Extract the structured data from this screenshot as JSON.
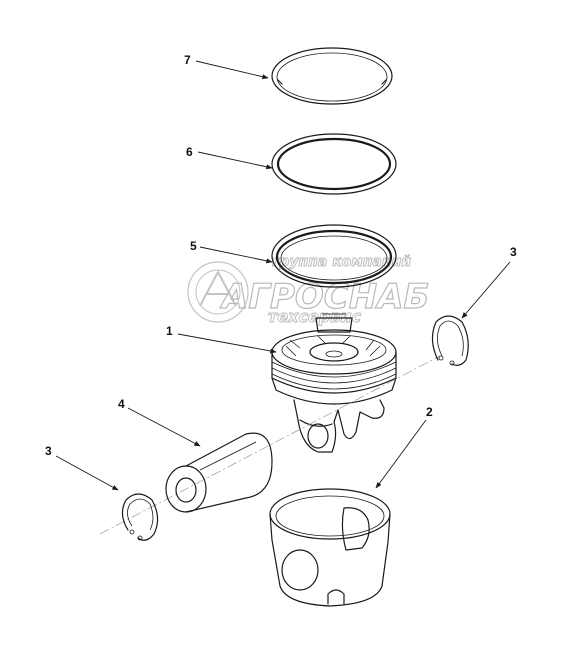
{
  "callouts": {
    "piston": "1",
    "liner": "2",
    "circlip_right": "3",
    "circlip_left": "3",
    "piston_pin": "4",
    "ring_oil": "5",
    "ring_second": "6",
    "ring_top": "7"
  },
  "watermark": {
    "top": "группа компаний",
    "main": "АГРОСНАБ",
    "bottom": "техсервис"
  },
  "colors": {
    "line": "#1a1a1a",
    "watermark": "#b9b9b9",
    "background": "#ffffff"
  }
}
